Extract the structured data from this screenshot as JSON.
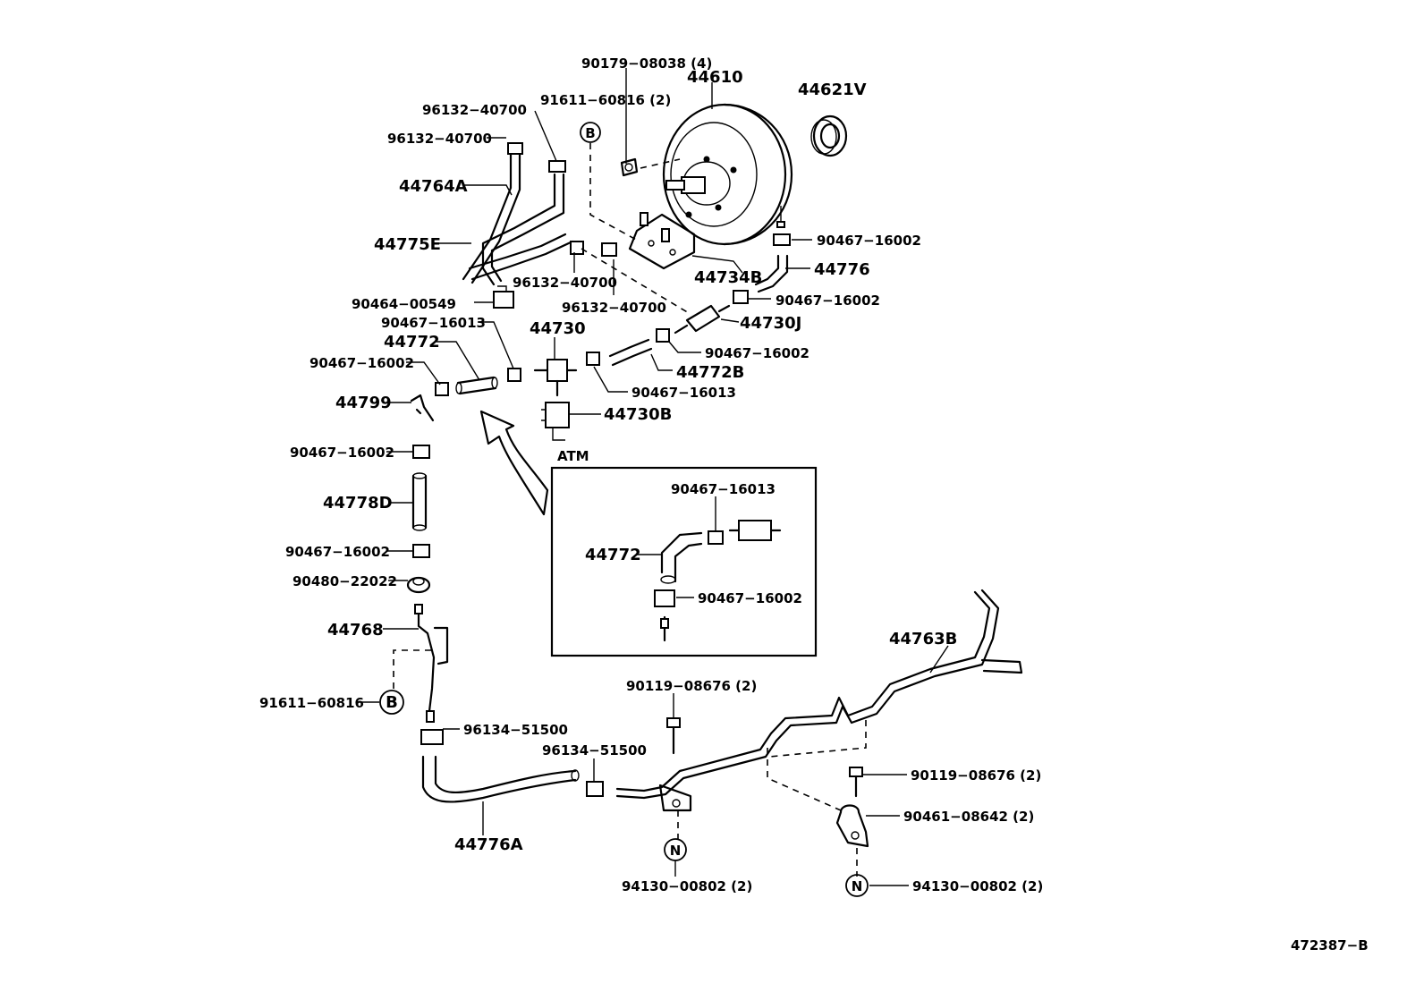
{
  "labels": {
    "l_90179_08038": "90179−08038 (4)",
    "l_44610": "44610",
    "l_44621V": "44621V",
    "l_91611_60816_top": "91611−60816 (2)",
    "l_96132_40700_a": "96132−40700",
    "l_96132_40700_b": "96132−40700",
    "l_44764A": "44764A",
    "l_44775E": "44775E",
    "l_90467_16002_a": "90467−16002",
    "l_44776": "44776",
    "l_44734B": "44734B",
    "l_90467_16002_b": "90467−16002",
    "l_96132_40700_c": "96132−40700",
    "l_96132_40700_d": "96132−40700",
    "l_90464_00549": "90464−00549",
    "l_44730J": "44730J",
    "l_90467_16013_a": "90467−16013",
    "l_44730": "44730",
    "l_44772_a": "44772",
    "l_90467_16002_c": "90467−16002",
    "l_90467_16002_d": "90467−16002",
    "l_44772B": "44772B",
    "l_90467_16013_b": "90467−16013",
    "l_44799": "44799",
    "l_44730B": "44730B",
    "l_90467_16002_e": "90467−16002",
    "l_ATM": "ATM",
    "l_90467_16013_c": "90467−16013",
    "l_44778D": "44778D",
    "l_44772_b": "44772",
    "l_90467_16002_f": "90467−16002",
    "l_90467_16002_g": "90467−16002",
    "l_90480_22022": "90480−22022",
    "l_44768": "44768",
    "l_44763B": "44763B",
    "l_91611_60816_bot": "91611−60816",
    "l_90119_08676_a": "90119−08676 (2)",
    "l_96134_51500_a": "96134−51500",
    "l_96134_51500_b": "96134−51500",
    "l_90119_08676_b": "90119−08676 (2)",
    "l_90461_08642": "90461−08642 (2)",
    "l_44776A": "44776A",
    "l_94130_00802_a": "94130−00802 (2)",
    "l_94130_00802_b": "94130−00802 (2)",
    "l_drawing_no": "472387−B"
  },
  "markers": {
    "m_B_top": "B",
    "m_B_bot": "B",
    "m_N_left": "N",
    "m_N_right": "N"
  }
}
